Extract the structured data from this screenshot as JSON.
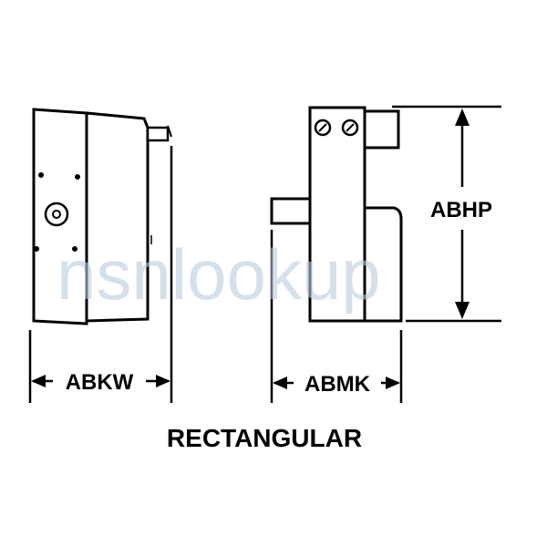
{
  "diagram": {
    "title": "RECTANGULAR",
    "dimensions": {
      "width_label": "ABKW",
      "depth_label": "ABMK",
      "height_label": "ABHP"
    },
    "watermark": "nsnlookup",
    "colors": {
      "line": "#000000",
      "fill": "#ffffff",
      "watermark": "#b8cde0",
      "watermark_accent": "#f0a060"
    }
  }
}
